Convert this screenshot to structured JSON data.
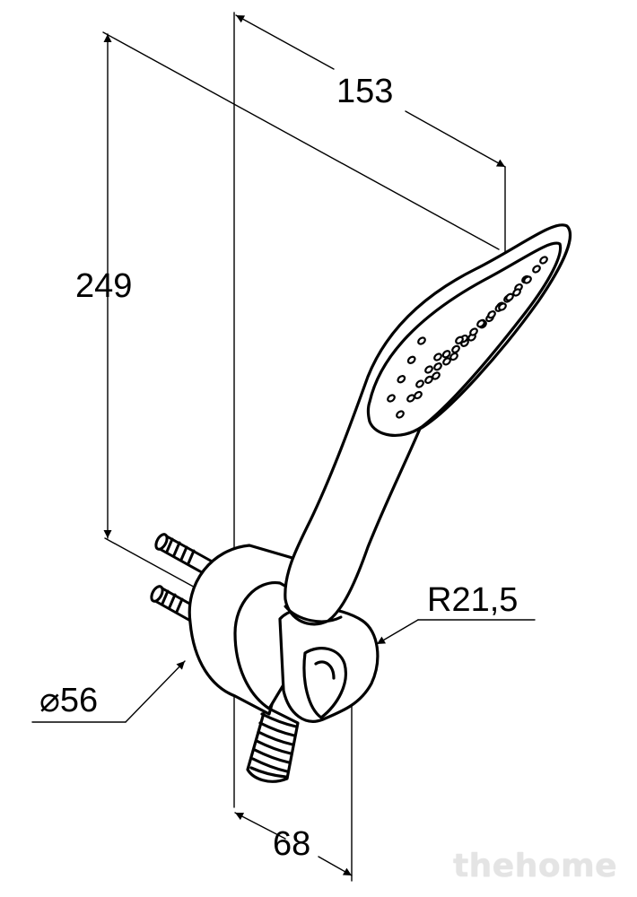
{
  "dimensions": {
    "height": "249",
    "head_length": "153",
    "radius": "R21,5",
    "diameter_value": "56",
    "depth": "68"
  },
  "watermark": "thehome",
  "colors": {
    "line": "#000000",
    "watermark": "#e4e4e4"
  }
}
